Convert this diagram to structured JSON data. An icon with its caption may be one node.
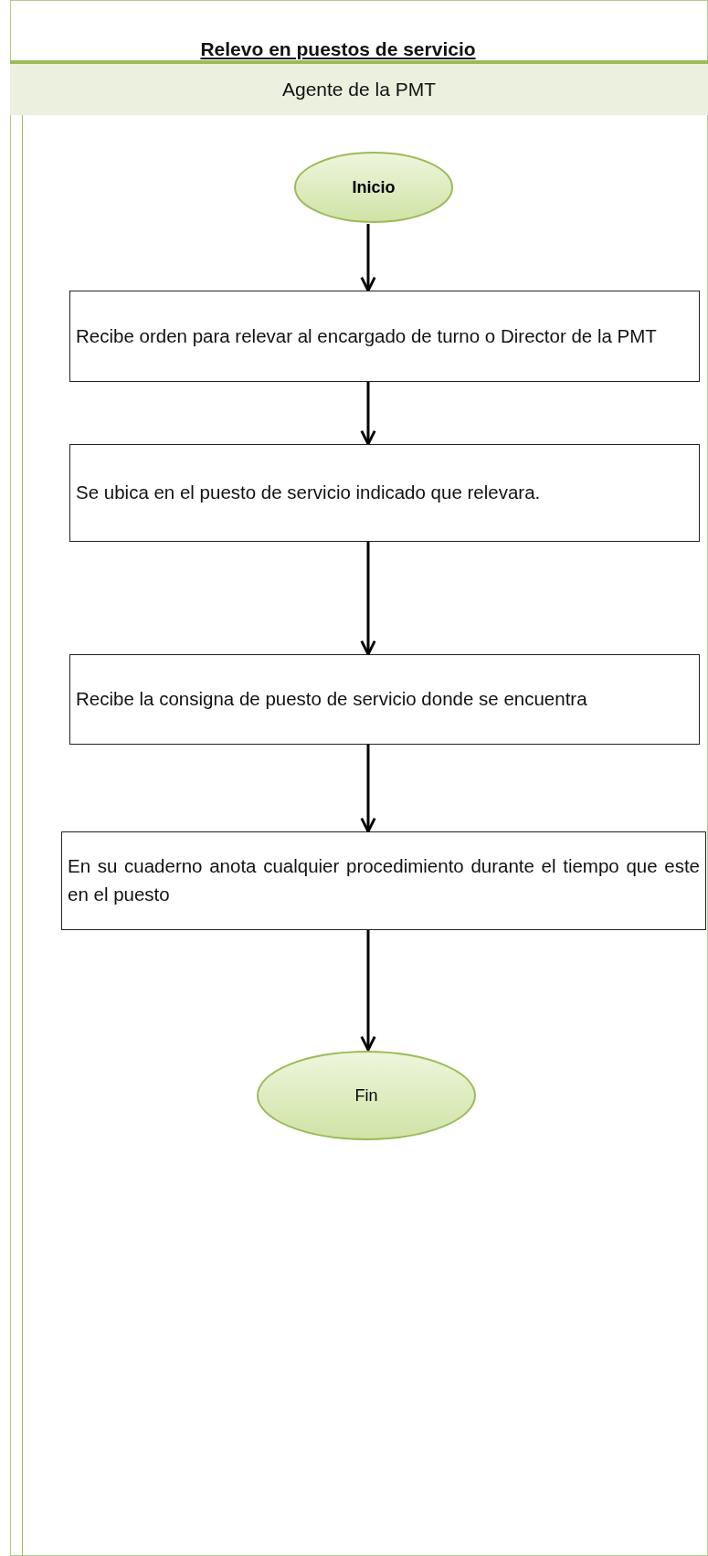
{
  "diagram": {
    "title": "Relevo en puestos de servicio",
    "nodes": [
      {
        "text": [
          "Agente de la PMT"
        ]
      },
      {
        "text": [
          "Inicio"
        ]
      },
      {
        "text": [
          "Recibe orden para relevar al encargado de turno o Director de la PMT"
        ]
      },
      {
        "text": [
          "Se ubica en el puesto de servicio indicado que relevara."
        ]
      },
      {
        "text": [
          "Recibe la consigna de puesto de servicio donde se encuentra"
        ]
      },
      {
        "text": [
          "En su cuaderno anota cualquier procedimiento durante el tiempo que este en el puesto"
        ]
      },
      {
        "text": [
          "Fin"
        ]
      }
    ],
    "edges": [
      {
        "from": 1,
        "to": 2,
        "arrow": "to"
      },
      {
        "from": 2,
        "to": 3,
        "arrow": "to"
      },
      {
        "from": 3,
        "to": 4,
        "arrow": "to"
      },
      {
        "from": 4,
        "to": 5,
        "arrow": "to"
      },
      {
        "from": 5,
        "to": 6,
        "arrow": "to"
      }
    ]
  }
}
